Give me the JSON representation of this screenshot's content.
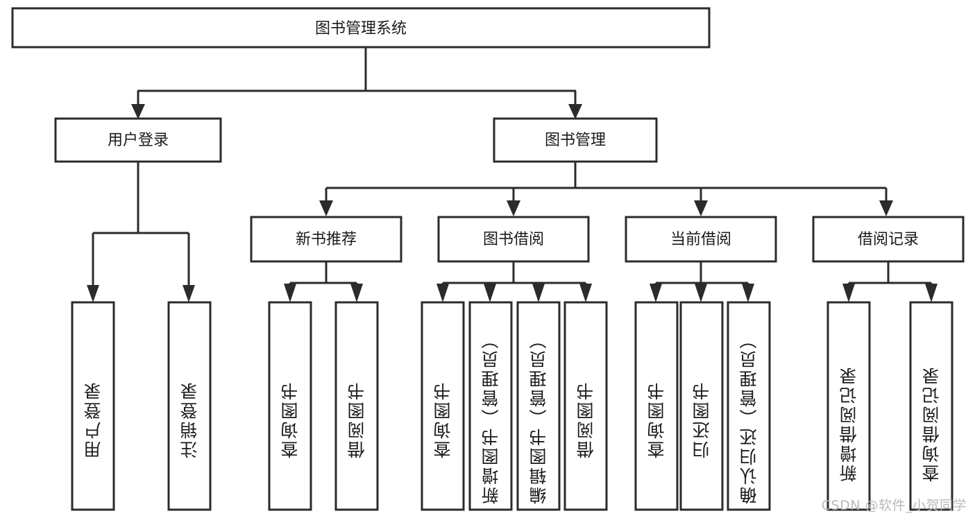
{
  "diagram": {
    "type": "tree-hierarchy",
    "title": "图书管理系统",
    "watermark": "CSDN @软件_小贺同学",
    "colors": {
      "stroke": "#2b2b2b",
      "fill": "#ffffff",
      "text": "#1a1a1a",
      "watermark": "#b9b9b9",
      "background": "#ffffff"
    },
    "root": {
      "label": "图书管理系统"
    },
    "level2": [
      {
        "label": "用户登录"
      },
      {
        "label": "图书管理"
      }
    ],
    "level3": [
      {
        "label": "新书推荐"
      },
      {
        "label": "图书借阅"
      },
      {
        "label": "当前借阅"
      },
      {
        "label": "借阅记录"
      }
    ],
    "leaves": {
      "user_login": [
        {
          "label": "用户登录"
        },
        {
          "label": "注销登录"
        }
      ],
      "new_book_recommend": [
        {
          "label": "查询图书"
        },
        {
          "label": "借阅图书"
        }
      ],
      "book_borrow": [
        {
          "label": "查询图书"
        },
        {
          "label": "新增图书（管理员）"
        },
        {
          "label": "编辑图书（管理员）"
        },
        {
          "label": "借阅图书"
        }
      ],
      "current_borrow": [
        {
          "label": "查询图书"
        },
        {
          "label": "归还图书"
        },
        {
          "label": "确认归还（管理员）"
        }
      ],
      "borrow_record": [
        {
          "label": "新增借阅记录"
        },
        {
          "label": "查询借阅记录"
        }
      ]
    }
  }
}
